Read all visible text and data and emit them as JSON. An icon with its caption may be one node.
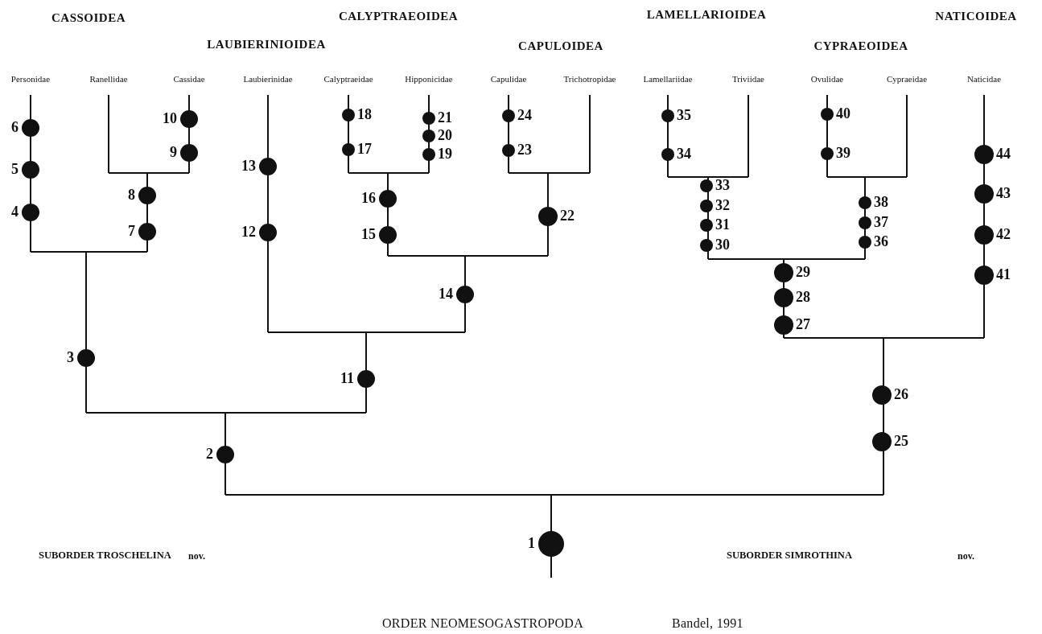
{
  "diagram": {
    "caption": "ORDER NEOMESOGASTROPODA",
    "labels": [
      "CASSOIDEA",
      "CALYPTRAEOIDEA",
      "LAMELLARIOIDEA",
      "NATICOIDEA",
      "LAUBIERINIOIDEA",
      "CAPULOIDEA",
      "CYPRAEOIDEA",
      "Personidae",
      "Ranellidae",
      "Cassidae",
      "Laubierinidae",
      "Calyptraeidae",
      "Hipponicidae",
      "Capulidae",
      "Trichotropidae",
      "Lamellariidae",
      "Triviidae",
      "Ovulidae",
      "Cypraeidae",
      "Naticidae",
      "2",
      "3",
      "4",
      "5",
      "6",
      "7",
      "8",
      "9",
      "10",
      "11",
      "12",
      "13",
      "14",
      "15",
      "16",
      "17",
      "18",
      "19",
      "20",
      "21",
      "22",
      "23",
      "24",
      "25",
      "26",
      "27",
      "28",
      "29",
      "30",
      "31",
      "32",
      "33",
      "34",
      "35",
      "36",
      "37",
      "38",
      "39",
      "40",
      "41",
      "42",
      "43",
      "44",
      "SUBORDER TROSCHELINA",
      "nov.",
      "1",
      "SUBORDER SIMROTHINA",
      "nov.",
      "Bandel, 1991"
    ]
  }
}
